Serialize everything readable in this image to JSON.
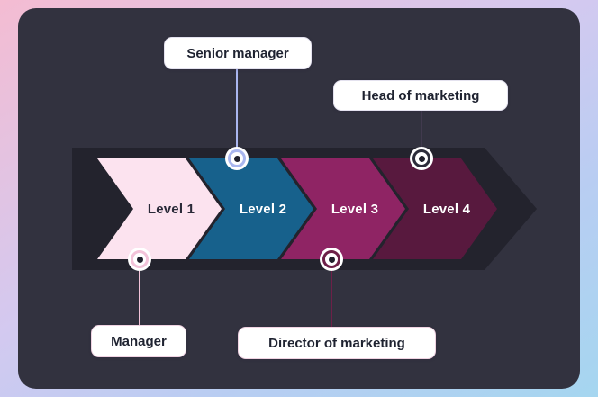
{
  "flow": {
    "levels": [
      {
        "label": "Level 1",
        "fill": "#fce3ef",
        "text_color": "#2a2a38"
      },
      {
        "label": "Level 2",
        "fill": "#17618c",
        "text_color": "#ffffff"
      },
      {
        "label": "Level 3",
        "fill": "#8f2464",
        "text_color": "#ffffff"
      },
      {
        "label": "Level 4",
        "fill": "#58193e",
        "text_color": "#ffffff"
      }
    ],
    "callouts": [
      {
        "label": "Senior manager",
        "attached_to": "Level 2",
        "position": "top",
        "line_color": "#aab6ef"
      },
      {
        "label": "Head of marketing",
        "attached_to": "Level 4",
        "position": "top",
        "line_color": "#413a4e"
      },
      {
        "label": "Manager",
        "attached_to": "Level 1",
        "position": "bottom",
        "line_color": "#f3c3d9"
      },
      {
        "label": "Director of marketing",
        "attached_to": "Level 3",
        "position": "bottom",
        "line_color": "#6d2048"
      }
    ],
    "colors": {
      "card_background": "#32323f",
      "background_arrow": "#23232d",
      "page_gradient_start": "#f4bcd2",
      "page_gradient_end": "#a5d6f0"
    }
  }
}
